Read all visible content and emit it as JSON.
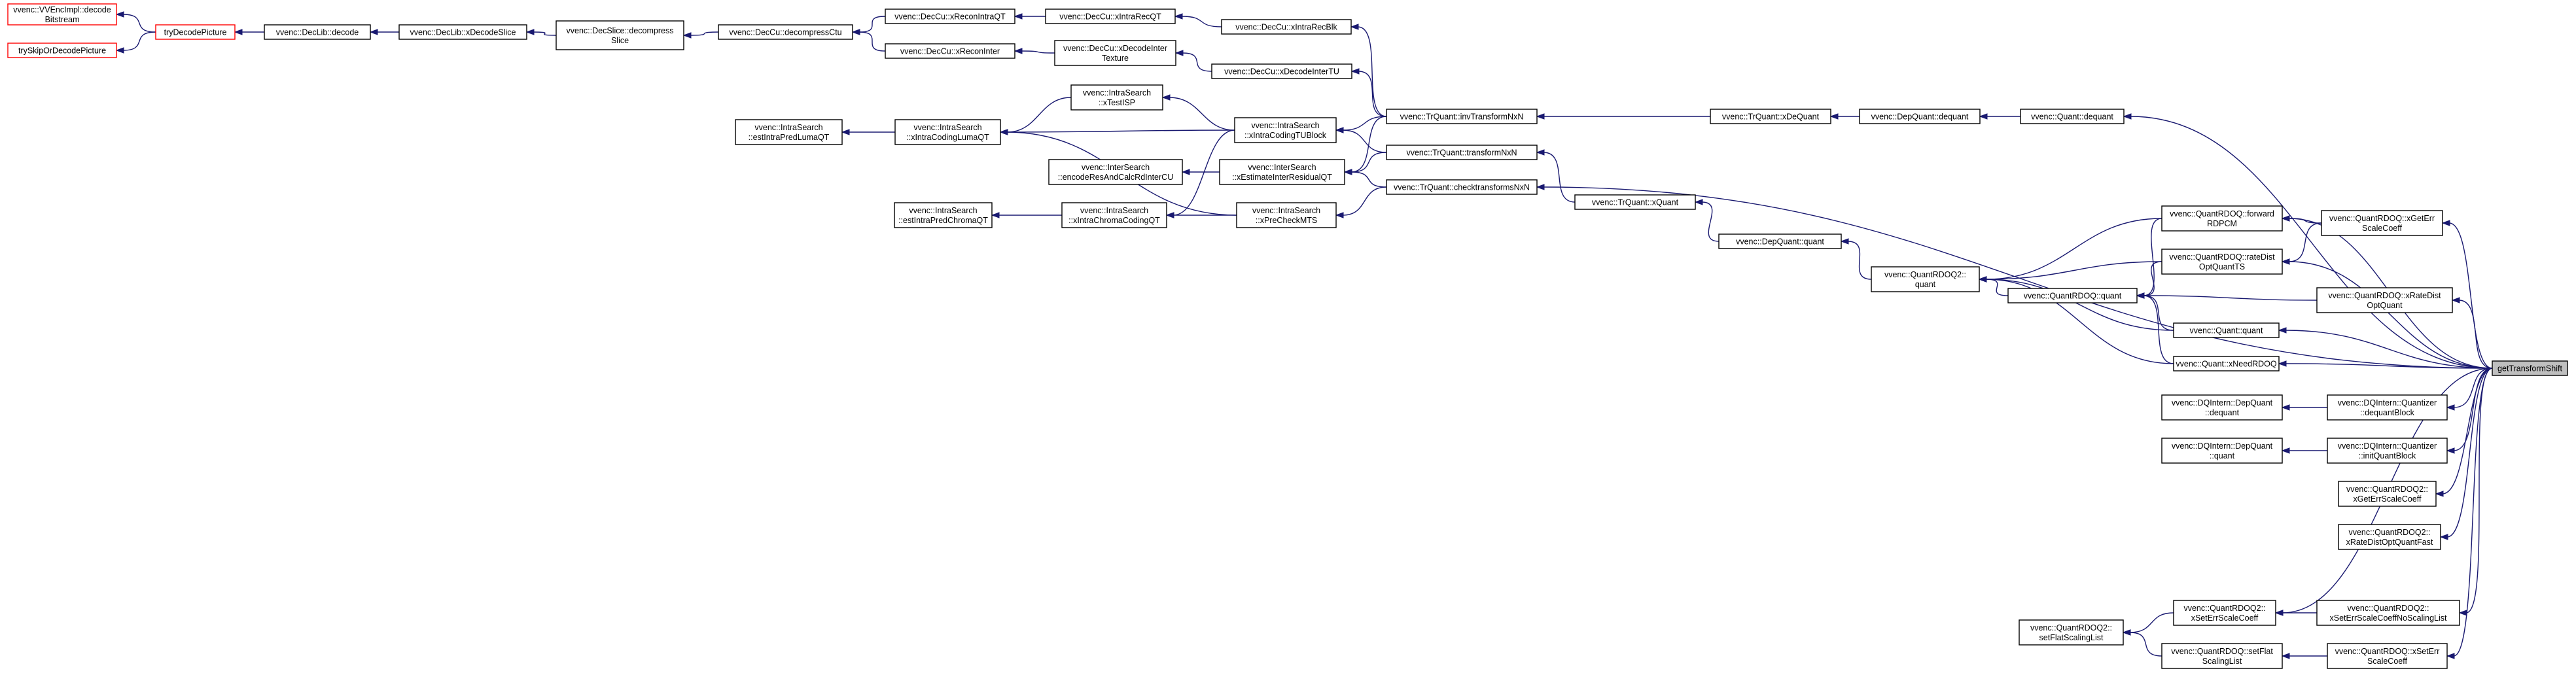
{
  "graph_title": "",
  "colors": {
    "edge": "#191970",
    "box": "#000000",
    "external_box": "#ff0000",
    "root_fill": "#bfbfbf"
  },
  "nodes": [
    {
      "id": "n_vvencimpl_decode",
      "lines": [
        "vvenc::VVEncImpl::decode",
        "Bitstream"
      ],
      "style": "red"
    },
    {
      "id": "n_trySkipOrDecode",
      "lines": [
        "trySkipOrDecodePicture"
      ],
      "style": "red"
    },
    {
      "id": "n_tryDecode",
      "lines": [
        "tryDecodePicture"
      ],
      "style": "red"
    },
    {
      "id": "n_declib_decode",
      "lines": [
        "vvenc::DecLib::decode"
      ],
      "style": "normal"
    },
    {
      "id": "n_declib_xdecodeslice",
      "lines": [
        "vvenc::DecLib::xDecodeSlice"
      ],
      "style": "normal"
    },
    {
      "id": "n_decslice",
      "lines": [
        "vvenc::DecSlice::decompress",
        "Slice"
      ],
      "style": "normal"
    },
    {
      "id": "n_deccu_decompressctu",
      "lines": [
        "vvenc::DecCu::decompressCtu"
      ],
      "style": "normal"
    },
    {
      "id": "n_deccu_xreconintraqt",
      "lines": [
        "vvenc::DecCu::xReconIntraQT"
      ],
      "style": "normal"
    },
    {
      "id": "n_deccu_xintrarecqt",
      "lines": [
        "vvenc::DecCu::xIntraRecQT"
      ],
      "style": "normal"
    },
    {
      "id": "n_deccu_xintrarecblk",
      "lines": [
        "vvenc::DecCu::xIntraRecBlk"
      ],
      "style": "normal"
    },
    {
      "id": "n_deccu_xreconinter",
      "lines": [
        "vvenc::DecCu::xReconInter"
      ],
      "style": "normal"
    },
    {
      "id": "n_deccu_xdecodeintertexture",
      "lines": [
        "vvenc::DecCu::xDecodeInter",
        "Texture"
      ],
      "style": "normal"
    },
    {
      "id": "n_deccu_xdecodeintertu",
      "lines": [
        "vvenc::DecCu::xDecodeInterTU"
      ],
      "style": "normal"
    },
    {
      "id": "n_intrasearch_xtestisp",
      "lines": [
        "vvenc::IntraSearch",
        "::xTestISP"
      ],
      "style": "normal"
    },
    {
      "id": "n_intrasearch_estintrapredlumaqt",
      "lines": [
        "vvenc::IntraSearch",
        "::estIntraPredLumaQT"
      ],
      "style": "normal"
    },
    {
      "id": "n_intrasearch_xintracodingluma",
      "lines": [
        "vvenc::IntraSearch",
        "::xIntraCodingLumaQT"
      ],
      "style": "normal"
    },
    {
      "id": "n_intrasearch_xintracodingtublock",
      "lines": [
        "vvenc::IntraSearch",
        "::xIntraCodingTUBlock"
      ],
      "style": "normal"
    },
    {
      "id": "n_intersearch_encoderes",
      "lines": [
        "vvenc::InterSearch",
        "::encodeResAndCalcRdInterCU"
      ],
      "style": "normal"
    },
    {
      "id": "n_intersearch_xestimate",
      "lines": [
        "vvenc::InterSearch",
        "::xEstimateInterResidualQT"
      ],
      "style": "normal"
    },
    {
      "id": "n_intrasearch_estintrapredchroma",
      "lines": [
        "vvenc::IntraSearch",
        "::estIntraPredChromaQT"
      ],
      "style": "normal"
    },
    {
      "id": "n_intrasearch_xintrachroma",
      "lines": [
        "vvenc::IntraSearch",
        "::xIntraChromaCodingQT"
      ],
      "style": "normal"
    },
    {
      "id": "n_intrasearch_xprecheckmts",
      "lines": [
        "vvenc::IntraSearch",
        "::xPreCheckMTS"
      ],
      "style": "normal"
    },
    {
      "id": "n_trquant_invtransform",
      "lines": [
        "vvenc::TrQuant::invTransformNxN"
      ],
      "style": "normal"
    },
    {
      "id": "n_trquant_transform",
      "lines": [
        "vvenc::TrQuant::transformNxN"
      ],
      "style": "normal"
    },
    {
      "id": "n_trquant_checktransforms",
      "lines": [
        "vvenc::TrQuant::checktransformsNxN"
      ],
      "style": "normal"
    },
    {
      "id": "n_trquant_xdequant",
      "lines": [
        "vvenc::TrQuant::xDeQuant"
      ],
      "style": "normal"
    },
    {
      "id": "n_depquant_dequant",
      "lines": [
        "vvenc::DepQuant::dequant"
      ],
      "style": "normal"
    },
    {
      "id": "n_quant_dequant",
      "lines": [
        "vvenc::Quant::dequant"
      ],
      "style": "normal"
    },
    {
      "id": "n_trquant_xquant",
      "lines": [
        "vvenc::TrQuant::xQuant"
      ],
      "style": "normal"
    },
    {
      "id": "n_depquant_quant",
      "lines": [
        "vvenc::DepQuant::quant"
      ],
      "style": "normal"
    },
    {
      "id": "n_quantrdoq2_quant",
      "lines": [
        "vvenc::QuantRDOQ2::",
        "quant"
      ],
      "style": "normal"
    },
    {
      "id": "n_quantrdoq_forwardrdpcm",
      "lines": [
        "vvenc::QuantRDOQ::forward",
        "RDPCM"
      ],
      "style": "normal"
    },
    {
      "id": "n_quantrdoq_ratedistopt",
      "lines": [
        "vvenc::QuantRDOQ::rateDist",
        "OptQuantTS"
      ],
      "style": "normal"
    },
    {
      "id": "n_quantrdoq_quant",
      "lines": [
        "vvenc::QuantRDOQ::quant"
      ],
      "style": "normal"
    },
    {
      "id": "n_quant_quant",
      "lines": [
        "vvenc::Quant::quant"
      ],
      "style": "normal"
    },
    {
      "id": "n_quant_xneedrdoq",
      "lines": [
        "vvenc::Quant::xNeedRDOQ"
      ],
      "style": "normal"
    },
    {
      "id": "n_quantrdoq_xgeterrscalecoeff",
      "lines": [
        "vvenc::QuantRDOQ::xGetErr",
        "ScaleCoeff"
      ],
      "style": "normal"
    },
    {
      "id": "n_quantrdoq_xratedistoptquant",
      "lines": [
        "vvenc::QuantRDOQ::xRateDist",
        "OptQuant"
      ],
      "style": "normal"
    },
    {
      "id": "n_dqintern_depquant_dequant",
      "lines": [
        "vvenc::DQIntern::DepQuant",
        "::dequant"
      ],
      "style": "normal"
    },
    {
      "id": "n_dqintern_quantizer_dequantblock",
      "lines": [
        "vvenc::DQIntern::Quantizer",
        "::dequantBlock"
      ],
      "style": "normal"
    },
    {
      "id": "n_dqintern_depquant_quant",
      "lines": [
        "vvenc::DQIntern::DepQuant",
        "::quant"
      ],
      "style": "normal"
    },
    {
      "id": "n_dqintern_quantizer_initquantblock",
      "lines": [
        "vvenc::DQIntern::Quantizer",
        "::initQuantBlock"
      ],
      "style": "normal"
    },
    {
      "id": "n_quantrdoq2_xgeterrscalecoeff",
      "lines": [
        "vvenc::QuantRDOQ2::",
        "xGetErrScaleCoeff"
      ],
      "style": "normal"
    },
    {
      "id": "n_quantrdoq2_xratedistoptquantfast",
      "lines": [
        "vvenc::QuantRDOQ2::",
        "xRateDistOptQuantFast"
      ],
      "style": "normal"
    },
    {
      "id": "n_quantrdoq2_setflatscalinglist",
      "lines": [
        "vvenc::QuantRDOQ2::",
        "setFlatScalingList"
      ],
      "style": "normal"
    },
    {
      "id": "n_quantrdoq2_xseterrscalecoeff",
      "lines": [
        "vvenc::QuantRDOQ2::",
        "xSetErrScaleCoeff"
      ],
      "style": "normal"
    },
    {
      "id": "n_quantrdoq2_xseterrnoscaling",
      "lines": [
        "vvenc::QuantRDOQ2::",
        "xSetErrScaleCoeffNoScalingList"
      ],
      "style": "normal"
    },
    {
      "id": "n_quantrdoq_setflatscalinglist",
      "lines": [
        "vvenc::QuantRDOQ::setFlat",
        "ScalingList"
      ],
      "style": "normal"
    },
    {
      "id": "n_quantrdoq_xseterrscalecoeff",
      "lines": [
        "vvenc::QuantRDOQ::xSetErr",
        "ScaleCoeff"
      ],
      "style": "normal"
    },
    {
      "id": "n_gettransformshift",
      "lines": [
        "getTransformShift"
      ],
      "style": "root"
    }
  ],
  "edges": [
    [
      "n_tryDecode",
      "n_vvencimpl_decode"
    ],
    [
      "n_tryDecode",
      "n_trySkipOrDecode"
    ],
    [
      "n_declib_decode",
      "n_tryDecode"
    ],
    [
      "n_declib_xdecodeslice",
      "n_declib_decode"
    ],
    [
      "n_decslice",
      "n_declib_xdecodeslice"
    ],
    [
      "n_deccu_decompressctu",
      "n_decslice"
    ],
    [
      "n_deccu_xreconintraqt",
      "n_deccu_decompressctu"
    ],
    [
      "n_deccu_xreconinter",
      "n_deccu_decompressctu"
    ],
    [
      "n_deccu_xintrarecqt",
      "n_deccu_xreconintraqt"
    ],
    [
      "n_deccu_xintrarecblk",
      "n_deccu_xintrarecqt"
    ],
    [
      "n_deccu_xdecodeintertexture",
      "n_deccu_xreconinter"
    ],
    [
      "n_deccu_xdecodeintertu",
      "n_deccu_xdecodeintertexture"
    ],
    [
      "n_intrasearch_xintracodingluma",
      "n_intrasearch_estintrapredlumaqt"
    ],
    [
      "n_intrasearch_xtestisp",
      "n_intrasearch_xintracodingluma"
    ],
    [
      "n_intrasearch_xintracodingtublock",
      "n_intrasearch_xintracodingluma"
    ],
    [
      "n_intrasearch_xintracodingtublock",
      "n_intrasearch_xtestisp"
    ],
    [
      "n_intrasearch_xintracodingtublock",
      "n_intrasearch_xintrachroma"
    ],
    [
      "n_intersearch_xestimate",
      "n_intersearch_encoderes"
    ],
    [
      "n_intrasearch_xintrachroma",
      "n_intrasearch_estintrapredchroma"
    ],
    [
      "n_intrasearch_xprecheckmts",
      "n_intrasearch_xintrachroma"
    ],
    [
      "n_intrasearch_xprecheckmts",
      "n_intrasearch_xintracodingluma"
    ],
    [
      "n_trquant_invtransform",
      "n_deccu_xintrarecblk"
    ],
    [
      "n_trquant_invtransform",
      "n_deccu_xdecodeintertu"
    ],
    [
      "n_trquant_invtransform",
      "n_intrasearch_xintracodingtublock"
    ],
    [
      "n_trquant_invtransform",
      "n_intersearch_xestimate"
    ],
    [
      "n_trquant_transform",
      "n_intrasearch_xintracodingtublock"
    ],
    [
      "n_trquant_transform",
      "n_intersearch_xestimate"
    ],
    [
      "n_trquant_checktransforms",
      "n_intersearch_xestimate"
    ],
    [
      "n_trquant_checktransforms",
      "n_intrasearch_xprecheckmts"
    ],
    [
      "n_trquant_xdequant",
      "n_trquant_invtransform"
    ],
    [
      "n_depquant_dequant",
      "n_trquant_xdequant"
    ],
    [
      "n_quant_dequant",
      "n_depquant_dequant"
    ],
    [
      "n_trquant_xquant",
      "n_trquant_transform"
    ],
    [
      "n_depquant_quant",
      "n_trquant_xquant"
    ],
    [
      "n_quantrdoq2_quant",
      "n_depquant_quant"
    ],
    [
      "n_quantrdoq_forwardrdpcm",
      "n_quantrdoq2_quant"
    ],
    [
      "n_quantrdoq_ratedistopt",
      "n_quantrdoq2_quant"
    ],
    [
      "n_quantrdoq_quant",
      "n_quantrdoq2_quant"
    ],
    [
      "n_quant_quant",
      "n_quantrdoq2_quant"
    ],
    [
      "n_quant_xneedrdoq",
      "n_quantrdoq2_quant"
    ],
    [
      "n_quantrdoq_forwardrdpcm",
      "n_quantrdoq_quant"
    ],
    [
      "n_quantrdoq_ratedistopt",
      "n_quantrdoq_quant"
    ],
    [
      "n_quant_quant",
      "n_quantrdoq_quant"
    ],
    [
      "n_quant_xneedrdoq",
      "n_quantrdoq_quant"
    ],
    [
      "n_quantrdoq_xgeterrscalecoeff",
      "n_quantrdoq_forwardrdpcm"
    ],
    [
      "n_quantrdoq_xgeterrscalecoeff",
      "n_quantrdoq_ratedistopt"
    ],
    [
      "n_quantrdoq_xratedistoptquant",
      "n_quantrdoq_quant"
    ],
    [
      "n_dqintern_quantizer_dequantblock",
      "n_dqintern_depquant_dequant"
    ],
    [
      "n_dqintern_quantizer_initquantblock",
      "n_dqintern_depquant_quant"
    ],
    [
      "n_quantrdoq2_xseterrscalecoeff",
      "n_quantrdoq2_setflatscalinglist"
    ],
    [
      "n_quantrdoq2_xseterrnoscaling",
      "n_quantrdoq2_xseterrscalecoeff"
    ],
    [
      "n_quantrdoq_setflatscalinglist",
      "n_quantrdoq2_setflatscalinglist"
    ],
    [
      "n_quantrdoq_xseterrscalecoeff",
      "n_quantrdoq_setflatscalinglist"
    ],
    [
      "n_gettransformshift",
      "n_quant_dequant"
    ],
    [
      "n_gettransformshift",
      "n_trquant_checktransforms"
    ],
    [
      "n_gettransformshift",
      "n_quantrdoq_forwardrdpcm"
    ],
    [
      "n_gettransformshift",
      "n_quantrdoq_ratedistopt"
    ],
    [
      "n_gettransformshift",
      "n_quantrdoq_xgeterrscalecoeff"
    ],
    [
      "n_gettransformshift",
      "n_quantrdoq_xratedistoptquant"
    ],
    [
      "n_gettransformshift",
      "n_quant_quant"
    ],
    [
      "n_gettransformshift",
      "n_quant_xneedrdoq"
    ],
    [
      "n_gettransformshift",
      "n_dqintern_quantizer_dequantblock"
    ],
    [
      "n_gettransformshift",
      "n_dqintern_quantizer_initquantblock"
    ],
    [
      "n_gettransformshift",
      "n_quantrdoq2_xgeterrscalecoeff"
    ],
    [
      "n_gettransformshift",
      "n_quantrdoq2_xratedistoptquantfast"
    ],
    [
      "n_gettransformshift",
      "n_quantrdoq2_xseterrscalecoeff"
    ],
    [
      "n_gettransformshift",
      "n_quantrdoq2_xseterrnoscaling"
    ],
    [
      "n_gettransformshift",
      "n_quantrdoq_xseterrscalecoeff"
    ]
  ]
}
